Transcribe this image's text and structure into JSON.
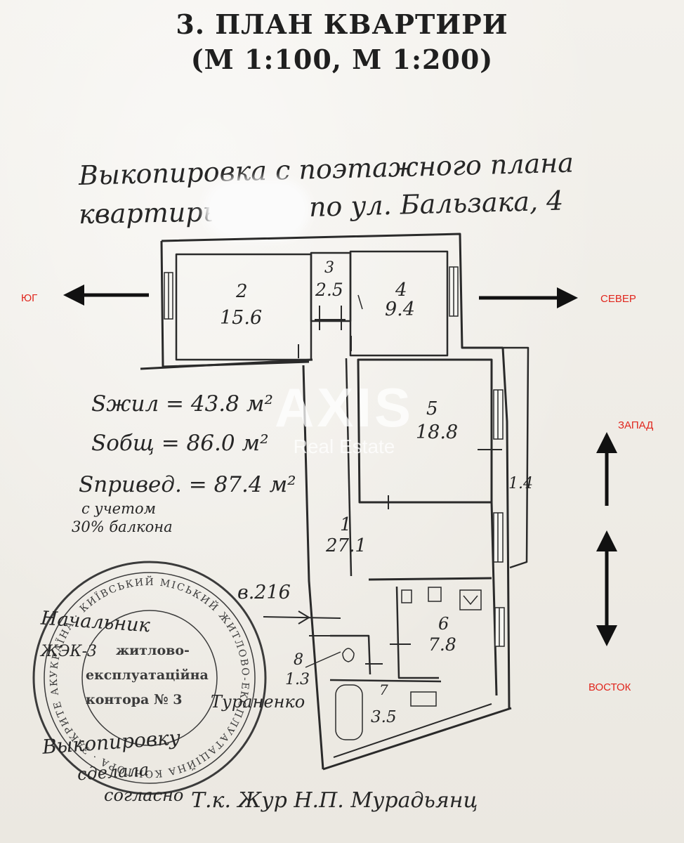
{
  "title": {
    "line1": "3. ПЛАН КВАРТИРИ",
    "line2": "(М 1:100, М 1:200)"
  },
  "caption": {
    "line1": "Выкопировка с поэтажного плана",
    "line2": "квартиры",
    "line2_tail": "по ул. Бальзака, 4"
  },
  "compass": {
    "south": "ЮГ",
    "north": "СЕВЕР",
    "west": "ЗАПАД",
    "east": "ВОСТОК",
    "color": "#e0261d"
  },
  "rooms": [
    {
      "number": "1",
      "area": "27.1"
    },
    {
      "number": "2",
      "area": "15.6"
    },
    {
      "number": "3",
      "area": "2.5"
    },
    {
      "number": "4",
      "area": "9.4"
    },
    {
      "number": "5",
      "area": "18.8"
    },
    {
      "number": "6",
      "area": "7.8"
    },
    {
      "number": "7",
      "area": "3.5"
    },
    {
      "number": "8",
      "area": "1.3"
    }
  ],
  "balcony": {
    "area": "1.4"
  },
  "entrance_label": "в.216",
  "areas": {
    "living": "Sжил = 43.8 м²",
    "total": "Sобщ = 86.0 м²",
    "reduced": "Sпривед. = 87.4 м²",
    "note_line1": "с учетом",
    "note_line2": "30% балкона"
  },
  "watermark": {
    "brand": "AXIS",
    "sub": "Real Estate"
  },
  "stamp": {
    "ring_text": "УКРАЇНА · КИЇВСЬКИЙ МІСЬКИЙ ЖИТЛОВО-ЕКСПЛУАТАЦІЙНА КОНТОРА · ЗАКРИТЕ АКЦІОНЕРНЕ ТОВАРИСТВО ·",
    "center_line1": "житлово-",
    "center_line2": "експлуатаційна",
    "center_line3": "контора № 3"
  },
  "handwriting": {
    "chief_line1": "Начальник",
    "chief_line2": "ЖЭК-3",
    "chief_line3": "Тураненко",
    "copy_line1": "Выкопировку",
    "copy_line2": "сделала",
    "copy_line3": "согласно",
    "signer": "Т.к. Жур  Н.П. Мурадьянц"
  }
}
